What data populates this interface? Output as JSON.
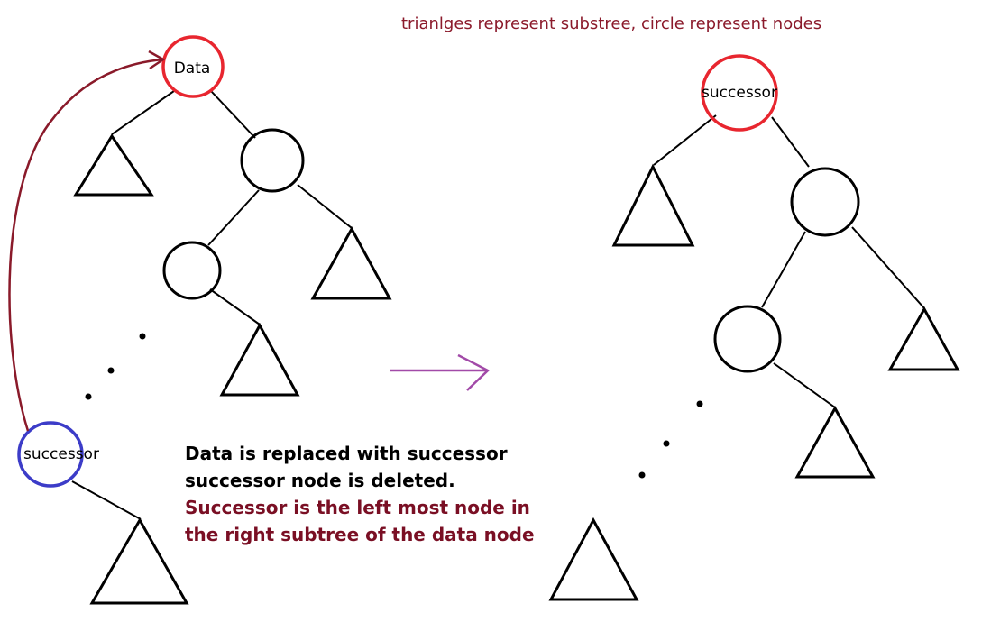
{
  "diagram": {
    "note": "trianlges represent substree, circle represent nodes",
    "left_tree": {
      "root_label": "Data",
      "successor_label": "successor"
    },
    "right_tree": {
      "root_label": "successor"
    },
    "caption": {
      "line1": "Data is replaced with successor",
      "line2": "successor node is deleted.",
      "line3": "Successor is the left most node in",
      "line4": "the right subtree of the data node"
    },
    "colors": {
      "highlight_node": "#e8262f",
      "successor_node": "#3c3cc8",
      "note_text": "#8b1a2b",
      "caption_black": "#000000",
      "caption_red": "#7a0f24",
      "move_arrow": "#8a1a2a",
      "transform_arrow": "#a24aa8"
    }
  }
}
